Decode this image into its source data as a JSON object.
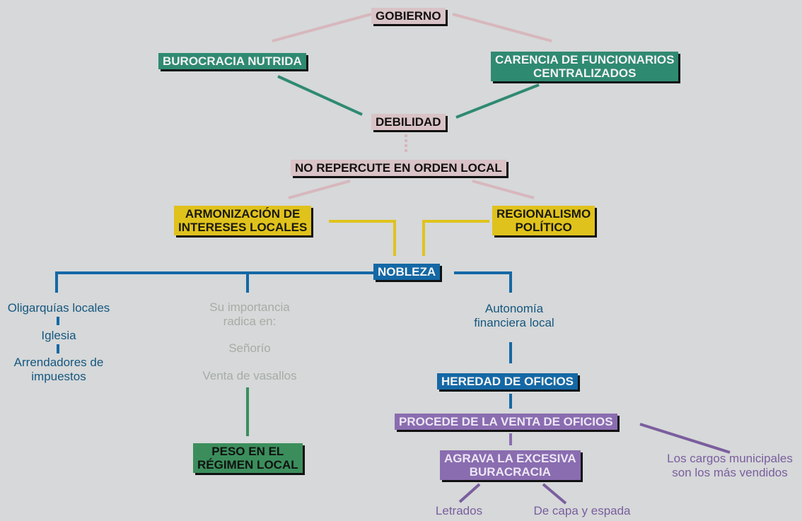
{
  "colors": {
    "background": "#d6d8d9",
    "pink": "#d9c3c6",
    "teal": "#2f8a72",
    "yellow": "#e0c21c",
    "blue": "#1468a5",
    "green": "#3b8e5c",
    "purple": "#8a6db0"
  },
  "nodes": {
    "gobierno": "GOBIERNO",
    "burocracia_nutrida": "BUROCRACIA NUTRIDA",
    "carencia_l1": "CARENCIA DE FUNCIONARIOS",
    "carencia_l2": "CENTRALIZADOS",
    "debilidad": "DEBILIDAD",
    "no_repercute": "NO REPERCUTE EN ORDEN LOCAL",
    "armonizacion_l1": "ARMONIZACIÓN DE",
    "armonizacion_l2": "INTERESES LOCALES",
    "regionalismo_l1": "REGIONALISMO",
    "regionalismo_l2": "POLÍTICO",
    "nobleza": "NOBLEZA",
    "heredad": "HEREDAD DE OFICIOS",
    "procede": "PROCEDE DE LA VENTA DE OFICIOS",
    "agrava_l1": "AGRAVA LA EXCESIVA",
    "agrava_l2": "BURACRACIA",
    "peso_l1": "PESO EN EL",
    "peso_l2": "RÉGIMEN LOCAL"
  },
  "labels": {
    "oligarquias": "Oligarquías locales",
    "iglesia": "Iglesia",
    "arrendadores_l1": "Arrendadores de",
    "arrendadores_l2": "impuestos",
    "importancia_l1": "Su importancia",
    "importancia_l2": "radica en:",
    "senorio": "Señorío",
    "venta_vasallos": "Venta de vasallos",
    "autonomia_l1": "Autonomía",
    "autonomia_l2": "financiera local",
    "cargos_l1": "Los cargos municipales",
    "cargos_l2": "son los más vendidos",
    "letrados": "Letrados",
    "capa_espada": "De capa y espada"
  }
}
